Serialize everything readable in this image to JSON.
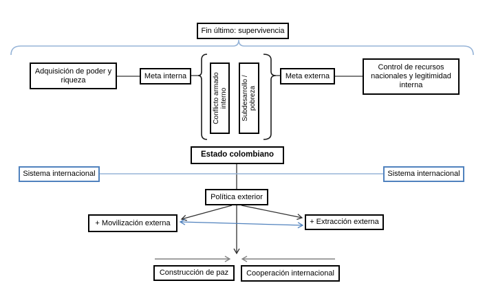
{
  "colors": {
    "box_border": "#000000",
    "black_line": "#303030",
    "blue_border": "#4f81bd",
    "blue_line": "#95b3d7",
    "blue_arrow": "#4f81bd",
    "gray_line": "#808080"
  },
  "diagram": {
    "fin_ultimo": "Fin último: supervivencia",
    "adquisicion": "Adquisición de poder y riqueza",
    "meta_interna": "Meta interna",
    "conflicto": "Conflicto armado interno",
    "subdesarrollo": "Subdesarrollo / pobreza",
    "meta_externa": "Meta externa",
    "control": "Control de recursos nacionales y legitimidad interna",
    "estado": "Estado colombiano",
    "sistema_izquierda": "Sistema internacional",
    "sistema_derecha": "Sistema internacional",
    "politica": "Política exterior",
    "movilizacion": "+ Movilización externa",
    "extraccion": "+ Extracción externa",
    "construccion": "Construcción de paz",
    "cooperacion": "Cooperación internacional"
  }
}
